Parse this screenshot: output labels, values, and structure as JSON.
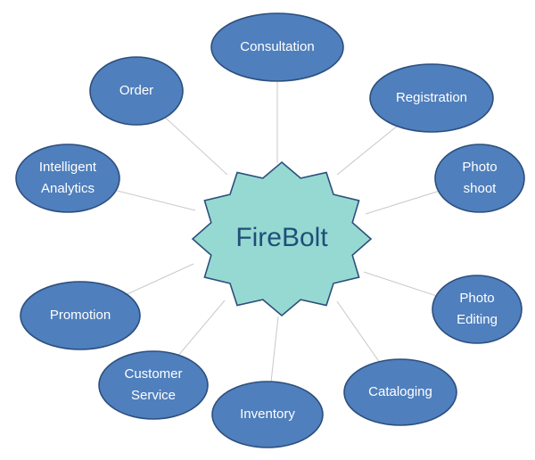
{
  "center": {
    "label": "FireBolt"
  },
  "nodes": [
    {
      "id": "consultation",
      "lines": [
        "Consultation"
      ]
    },
    {
      "id": "registration",
      "lines": [
        "Registration"
      ]
    },
    {
      "id": "photo-shoot",
      "lines": [
        "Photo",
        "shoot"
      ]
    },
    {
      "id": "photo-editing",
      "lines": [
        "Photo",
        "Editing"
      ]
    },
    {
      "id": "cataloging",
      "lines": [
        "Cataloging"
      ]
    },
    {
      "id": "inventory",
      "lines": [
        "Inventory"
      ]
    },
    {
      "id": "customer-service",
      "lines": [
        "Customer",
        "Service"
      ]
    },
    {
      "id": "promotion",
      "lines": [
        "Promotion"
      ]
    },
    {
      "id": "intelligent-analytics",
      "lines": [
        "Intelligent",
        "Analytics"
      ]
    },
    {
      "id": "order",
      "lines": [
        "Order"
      ]
    }
  ],
  "colors": {
    "node_fill": "#4f7fbd",
    "node_stroke": "#2c4f7c",
    "center_fill": "#96d9d2",
    "center_text": "#1f4e79",
    "connector": "#c9c9c9"
  }
}
